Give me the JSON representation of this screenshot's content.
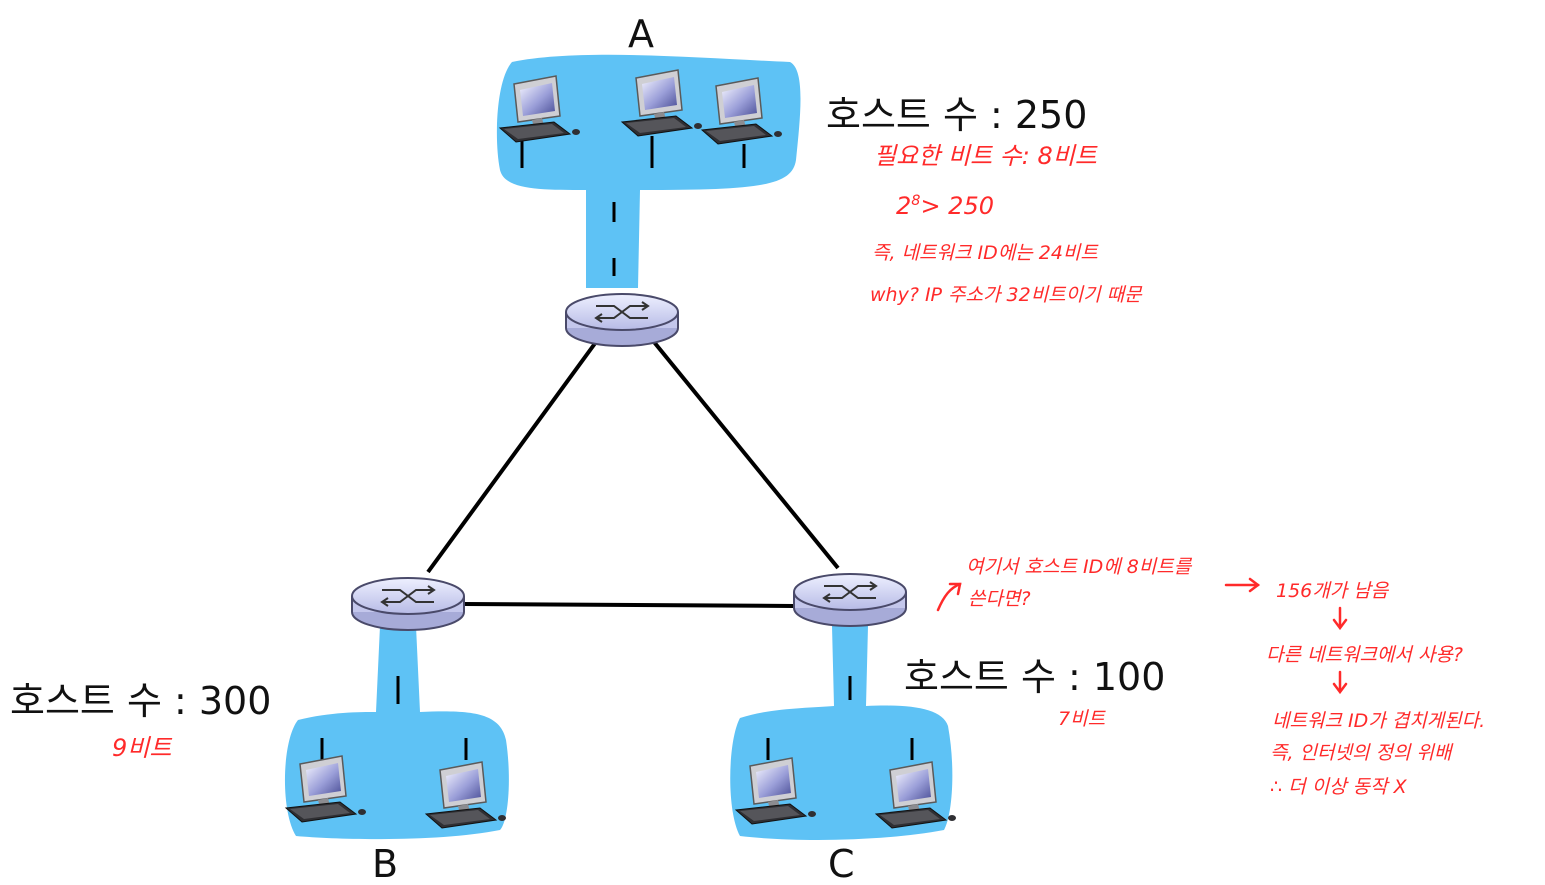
{
  "networks": {
    "a": {
      "letter": "A",
      "host_count": "호스트 수 : 250"
    },
    "b": {
      "letter": "B",
      "host_count": "호스트 수 : 300"
    },
    "c": {
      "letter": "C",
      "host_count": "호스트 수 : 100"
    }
  },
  "notes": {
    "a_bits": "필요한 비트 수: 8비트",
    "a_power_base": "2",
    "a_power_exp": "8",
    "a_power_rest": "> 250",
    "a_netid": "즉, 네트워크 ID에는 24비트",
    "a_why": "why? IP 주소가 32비트이기 때문",
    "b_bits": "9비트",
    "c_bits": "7비트",
    "c_question_1": "여기서 호스트 ID에 8비트를",
    "c_question_2": "쓴다면?",
    "c_remaining": "156개가 남음",
    "c_other": "다른 네트워크에서 사용?",
    "c_overlap": "네트워크 ID가 겹치게된다.",
    "c_violation": "즉, 인터넷의 정의 위배",
    "c_conclusion": "∴ 더 이상 동작 X"
  },
  "colors": {
    "subnet_fill": "#5ec2f5",
    "router_fill": "#d6d9f3",
    "router_stroke": "#4a4a6a",
    "link": "#000000",
    "annotation": "#ff2a2a"
  },
  "icons": {
    "router": "router-icon",
    "host": "desktop-computer-icon"
  }
}
